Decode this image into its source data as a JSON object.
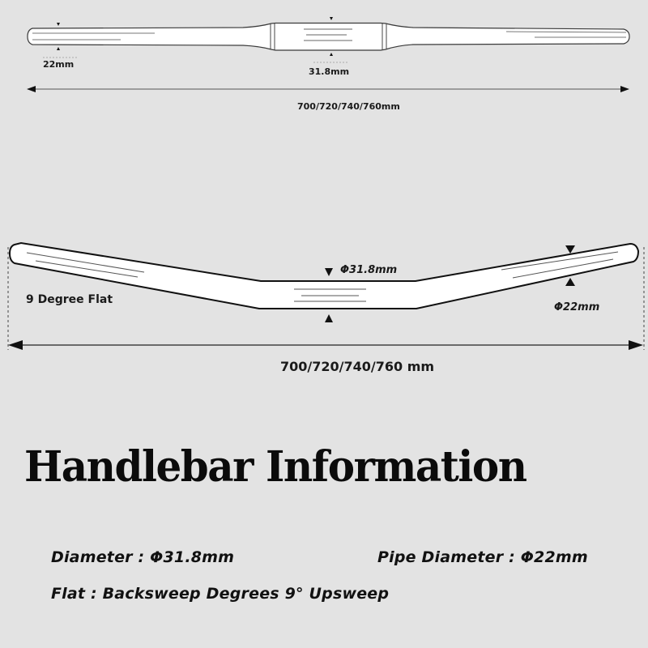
{
  "diagram_top": {
    "view": "top",
    "end_diameter_label": "22mm",
    "center_diameter_label": "31.8mm",
    "width_label": "700/720/740/760mm"
  },
  "diagram_front": {
    "view": "front",
    "rise_label": "9 Degree Flat",
    "center_diameter_label": "Φ31.8mm",
    "end_diameter_label": "Φ22mm",
    "width_label": "700/720/740/760 mm"
  },
  "title": "Handlebar Information",
  "specs": {
    "diameter": "Diameter : Φ31.8mm",
    "pipe_diameter": "Pipe Diameter : Φ22mm",
    "flat": "Flat : Backsweep Degrees 9° Upsweep"
  },
  "colors": {
    "background": "#e3e3e3",
    "bar_fill": "#ffffff",
    "outline": "#1a1a1a",
    "detail_line": "#555555"
  }
}
